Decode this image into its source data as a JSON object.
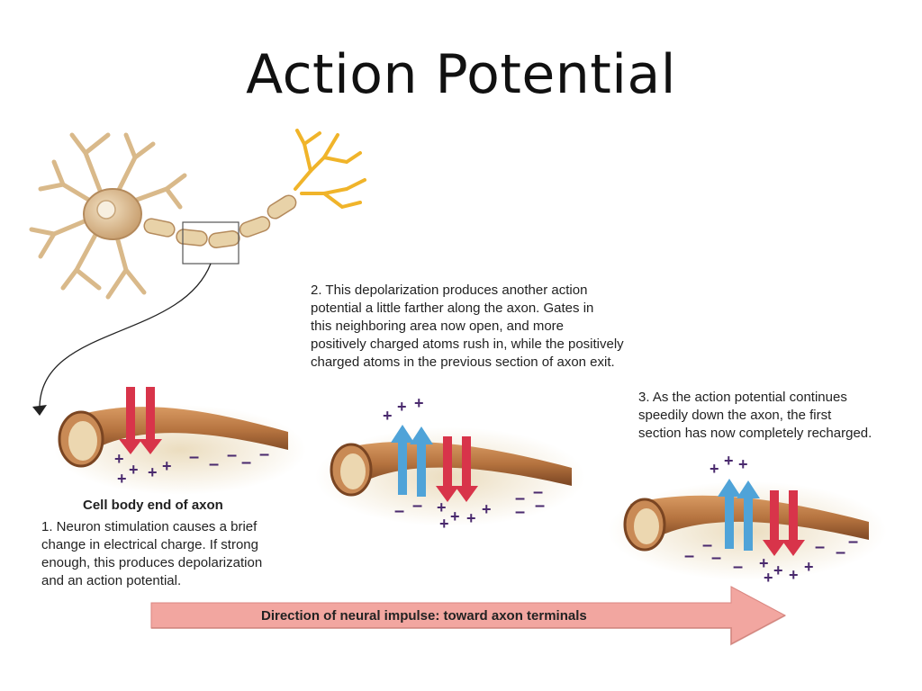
{
  "title": "Action Potential",
  "labels": {
    "cell_body_end": "Cell body end of axon",
    "direction": "Direction of neural impulse: toward axon terminals"
  },
  "step1": [
    "1. Neuron stimulation causes a brief",
    "change in electrical charge. If strong",
    "enough, this produces depolarization",
    "and an action potential."
  ],
  "step2": [
    "2. This depolarization produces another action",
    "potential a little farther along the axon. Gates in",
    "this neighboring area now open, and more",
    "positively charged atoms rush in, while the positively",
    "charged atoms in the previous section of axon exit."
  ],
  "step3": [
    "3. As the action potential continues",
    "speedily down the axon, the first",
    "section has now completely recharged."
  ],
  "symbols": {
    "plus": "+",
    "minus": "–"
  },
  "colors": {
    "axon": "#b5733f",
    "axon_dark": "#7a4522",
    "myelin": "#e8d2a8",
    "dendrite": "#d9b98a",
    "terminal": "#f0b42a",
    "influx_arrow": "#d8344a",
    "efflux_arrow": "#4fa3d8",
    "direction_arrow": "#f2a6a0"
  }
}
